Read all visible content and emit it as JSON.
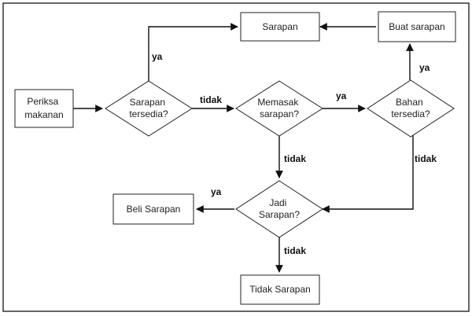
{
  "nodes": {
    "periksa": {
      "lines": [
        "Periksa",
        "makanan"
      ]
    },
    "sarapan_tersedia": {
      "lines": [
        "Sarapan",
        "tersedia?"
      ]
    },
    "memasak_sarapan": {
      "lines": [
        "Memasak",
        "sarapan?"
      ]
    },
    "bahan_tersedia": {
      "lines": [
        "Bahan",
        "tersedia?"
      ]
    },
    "sarapan": {
      "lines": [
        "Sarapan"
      ]
    },
    "buat_sarapan": {
      "lines": [
        "Buat sarapan"
      ]
    },
    "jadi_sarapan": {
      "lines": [
        "Jadi",
        "Sarapan?"
      ]
    },
    "beli_sarapan": {
      "lines": [
        "Beli Sarapan"
      ]
    },
    "tidak_sarapan": {
      "lines": [
        "Tidak Sarapan"
      ]
    }
  },
  "edge_labels": {
    "ya_sarapan_tersedia": "ya",
    "tidak_sarapan_tersedia": "tidak",
    "ya_memasak": "ya",
    "tidak_memasak": "tidak",
    "ya_bahan": "ya",
    "tidak_bahan": "tidak",
    "ya_jadi": "ya",
    "tidak_jadi": "tidak"
  }
}
